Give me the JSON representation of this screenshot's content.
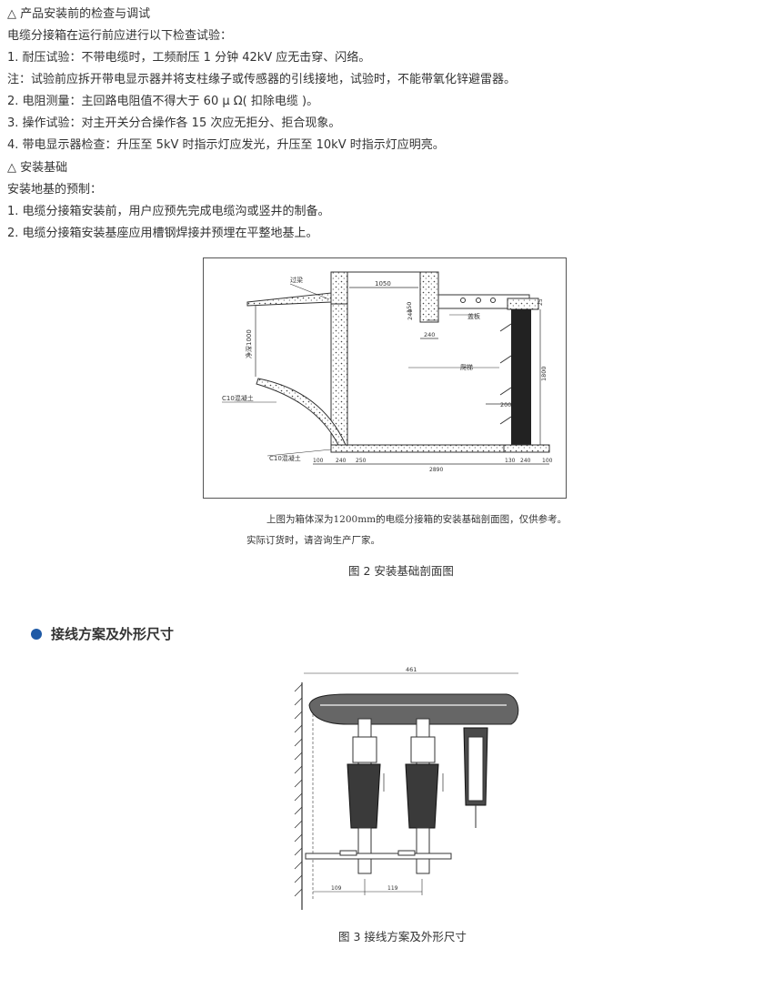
{
  "text_lines": [
    "△ 产品安装前的检查与调试",
    "电缆分接箱在运行前应进行以下检查试验：",
    "1. 耐压试验：不带电缆时，工频耐压 1 分钟 42kV 应无击穿、闪络。",
    "注：试验前应拆开带电显示器并将支柱缘子或传感器的引线接地，试验时，不能带氧化锌避雷器。",
    "2. 电阻测量：主回路电阻值不得大于 60 μ Ω( 扣除电缆 )。",
    "3. 操作试验：对主开关分合操作各 15 次应无拒分、拒合现象。",
    "4. 带电显示器检查：升压至 5kV 时指示灯应发光，升压至 10kV 时指示灯应明亮。",
    "△ 安装基础",
    "安装地基的预制：",
    "1. 电缆分接箱安装前，用户应预先完成电缆沟或竖井的制备。",
    "2. 电缆分接箱安装基座应用槽钢焊接并预埋在平整地基上。"
  ],
  "figure1": {
    "labels": {
      "guojia": "过梁",
      "dim_1050": "1050",
      "dim_240_v": "240",
      "dim_240_h": "240",
      "gaiban": "盖板",
      "jingshen": "净深1000",
      "paiti": "爬梯",
      "dim_1800": "1800",
      "dim_200": "200",
      "c10_a": "C10混凝土",
      "c10_b": "C10混凝土",
      "dim_150": "150",
      "dim_25": "25",
      "bottom_dims": [
        "100",
        "240",
        "250",
        "2890",
        "130",
        "240",
        "100"
      ]
    },
    "note_line1": "上图为箱体深为1200mm的电缆分接箱的安装基础剖面图，仅供参考。",
    "note_line2": "实际订货时，请咨询生产厂家。",
    "caption": "图 2 安装基础剖面图"
  },
  "section": {
    "title": "接线方案及外形尺寸",
    "bullet_color": "#1f5aa6"
  },
  "figure2": {
    "labels": {
      "dim_top": "461",
      "dim_left": "109",
      "dim_mid": "119"
    },
    "caption": "图 3 接线方案及外形尺寸"
  }
}
